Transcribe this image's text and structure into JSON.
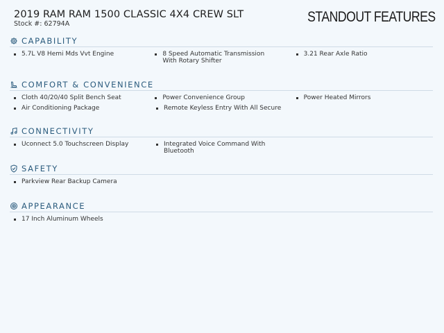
{
  "header": {
    "vehicle_title": "2019 RAM RAM 1500 CLASSIC 4X4 CREW SLT",
    "stock": "Stock #: 62794A",
    "standout": "STANDOUT FEATURES"
  },
  "colors": {
    "accent": "#2c5c7e",
    "background": "#f3f8fc",
    "divider": "#cfdbe6"
  },
  "sections": [
    {
      "title": "CAPABILITY",
      "icon": "gear-icon",
      "rows": [
        [
          "5.7L V8 Hemi Mds Vvt Engine",
          "8 Speed Automatic Transmission With Rotary Shifter",
          "3.21 Rear Axle Ratio"
        ]
      ]
    },
    {
      "title": "COMFORT & CONVENIENCE",
      "icon": "car-seat-icon",
      "rows": [
        [
          "Cloth 40/20/40 Split Bench Seat",
          "Power Convenience Group",
          "Power Heated Mirrors"
        ],
        [
          "Air Conditioning Package",
          "Remote Keyless Entry With All Secure"
        ]
      ]
    },
    {
      "title": "CONNECTIVITY",
      "icon": "music-note-icon",
      "rows": [
        [
          "Uconnect 5.0 Touchscreen Display",
          "Integrated Voice Command With Bluetooth"
        ]
      ]
    },
    {
      "title": "SAFETY",
      "icon": "shield-check-icon",
      "rows": [
        [
          "Parkview Rear Backup Camera"
        ]
      ]
    },
    {
      "title": "APPEARANCE",
      "icon": "badge-icon",
      "rows": [
        [
          "17 Inch Aluminum Wheels"
        ]
      ]
    }
  ]
}
